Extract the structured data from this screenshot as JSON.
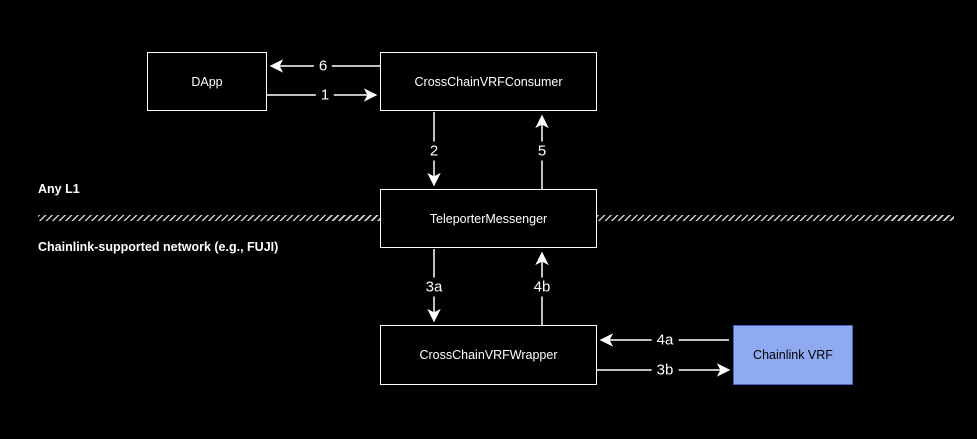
{
  "diagram": {
    "regions": {
      "top_label": "Any L1",
      "bottom_label": "Chainlink-supported network (e.g., FUJI)"
    },
    "nodes": [
      {
        "id": "dapp",
        "label": "DApp"
      },
      {
        "id": "consumer",
        "label": "CrossChainVRFConsumer"
      },
      {
        "id": "messenger",
        "label": "TeleporterMessenger"
      },
      {
        "id": "wrapper",
        "label": "CrossChainVRFWrapper"
      },
      {
        "id": "chainlink",
        "label": "Chainlink VRF"
      }
    ],
    "edges": [
      {
        "label": "6",
        "from": "CrossChainVRFConsumer",
        "to": "DApp"
      },
      {
        "label": "1",
        "from": "DApp",
        "to": "CrossChainVRFConsumer"
      },
      {
        "label": "2",
        "from": "CrossChainVRFConsumer",
        "to": "TeleporterMessenger"
      },
      {
        "label": "5",
        "from": "TeleporterMessenger",
        "to": "CrossChainVRFConsumer"
      },
      {
        "label": "3a",
        "from": "TeleporterMessenger",
        "to": "CrossChainVRFWrapper"
      },
      {
        "label": "4b",
        "from": "CrossChainVRFWrapper",
        "to": "TeleporterMessenger"
      },
      {
        "label": "4a",
        "from": "Chainlink VRF",
        "to": "CrossChainVRFWrapper"
      },
      {
        "label": "3b",
        "from": "CrossChainVRFWrapper",
        "to": "Chainlink VRF"
      }
    ],
    "colors": {
      "background": "#000000",
      "node_fill": "#000000",
      "node_border": "#ffffff",
      "node_text": "#ffffff",
      "chainlink_node_fill": "#8faaf0",
      "chainlink_node_border": "#4665c5",
      "chainlink_node_text": "#000000",
      "arrow": "#ffffff",
      "divider": "#cccccc"
    }
  }
}
